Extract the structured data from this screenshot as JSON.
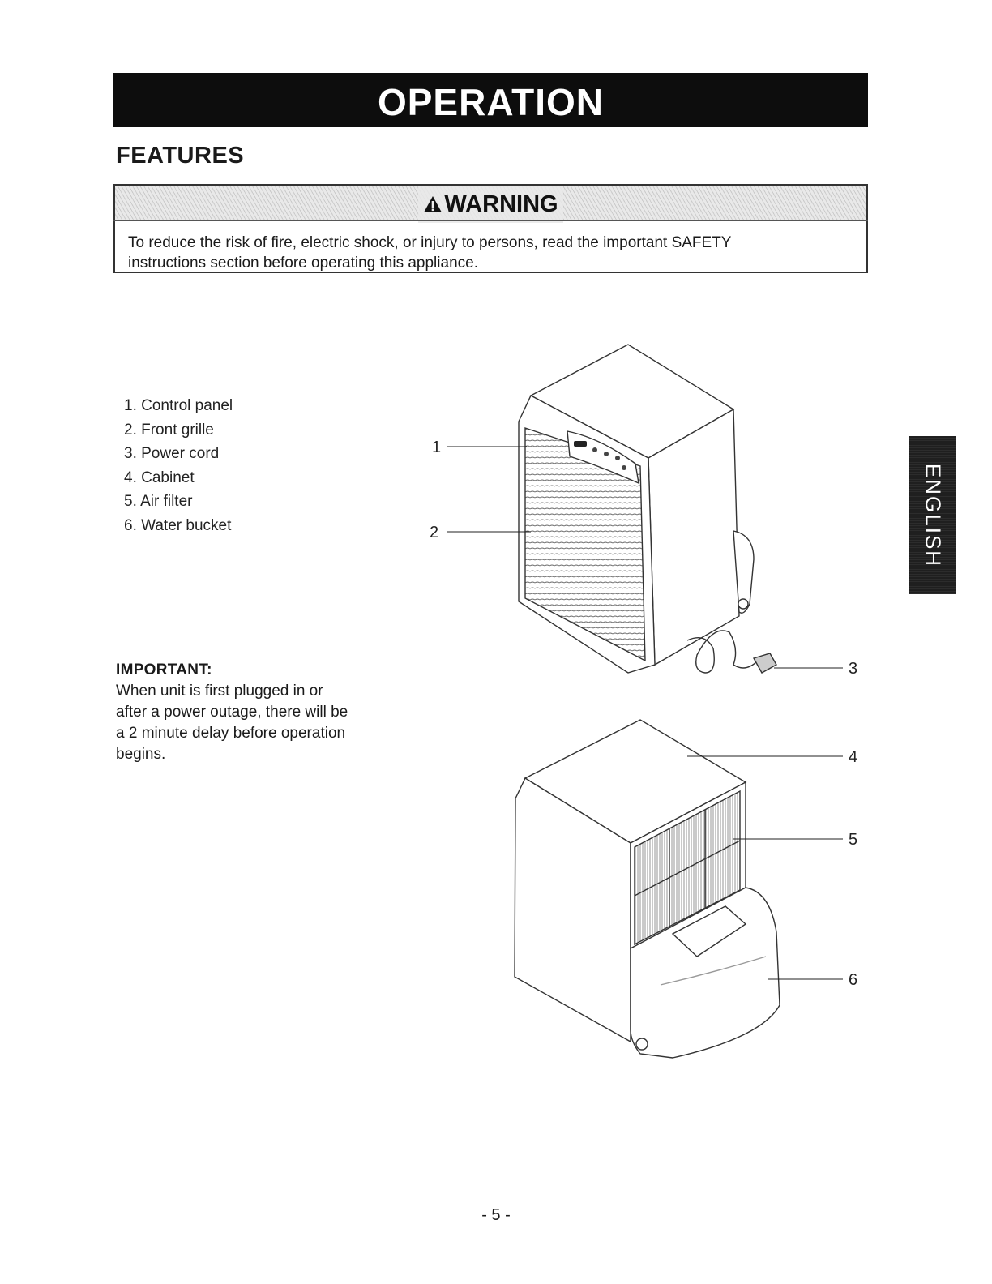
{
  "header": {
    "title": "OPERATION"
  },
  "section": {
    "heading": "FEATURES"
  },
  "warning": {
    "title": "WARNING",
    "icon": "warning-triangle-icon",
    "line1": "To reduce the risk of fire, electric shock, or injury to persons, read the important SAFETY",
    "line2": "instructions section before operating this appliance."
  },
  "features": [
    "1. Control panel",
    "2. Front grille",
    "3. Power cord",
    "4. Cabinet",
    "5. Air filter",
    "6. Water bucket"
  ],
  "important": {
    "label": "IMPORTANT:",
    "text": "When unit is first plugged in or\nafter a power outage, there will be\na 2 minute delay before operation\nbegins."
  },
  "callouts": [
    "1",
    "2",
    "3",
    "4",
    "5",
    "6"
  ],
  "side_tab": {
    "label": "ENGLISH"
  },
  "footer": {
    "page": "- 5 -"
  }
}
